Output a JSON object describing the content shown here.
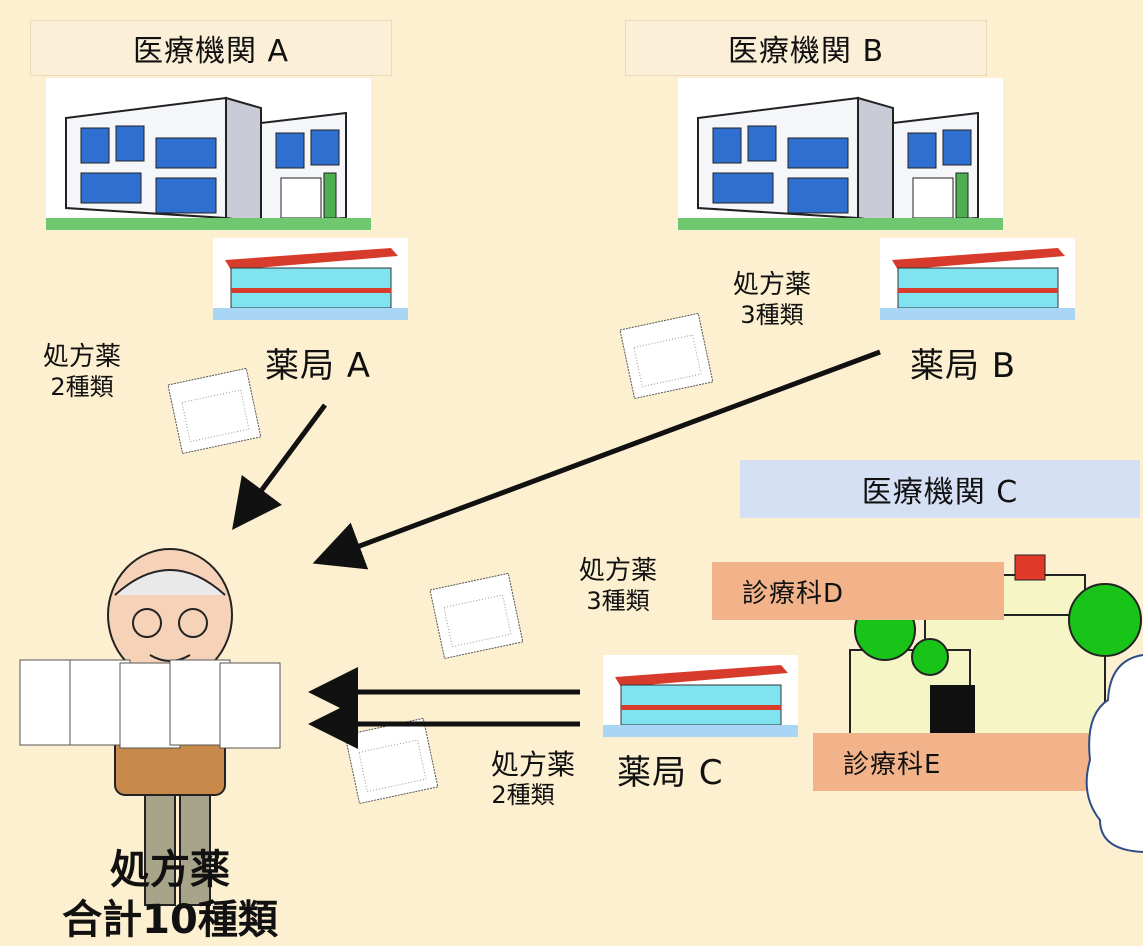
{
  "facilities": {
    "clinic_a": "医療機関 A",
    "clinic_b": "医療機関 B",
    "clinic_c": "医療機関 C",
    "dept_d": "診療科D",
    "dept_e": "診療科E"
  },
  "pharmacies": {
    "a": "薬局 A",
    "b": "薬局 B",
    "c": "薬局 C"
  },
  "prescriptions": {
    "label": "処方薬",
    "a_count": "2種類",
    "b_count": "3種類",
    "d_count": "3種類",
    "e_count": "2種類"
  },
  "total": {
    "line1": "処方薬",
    "line2": "合計10種類"
  },
  "colors": {
    "background": "#FDF0D0",
    "clinic_c_box": "#D6E0F5",
    "dept_box": "#F2B38A",
    "arrow": "#111111"
  }
}
